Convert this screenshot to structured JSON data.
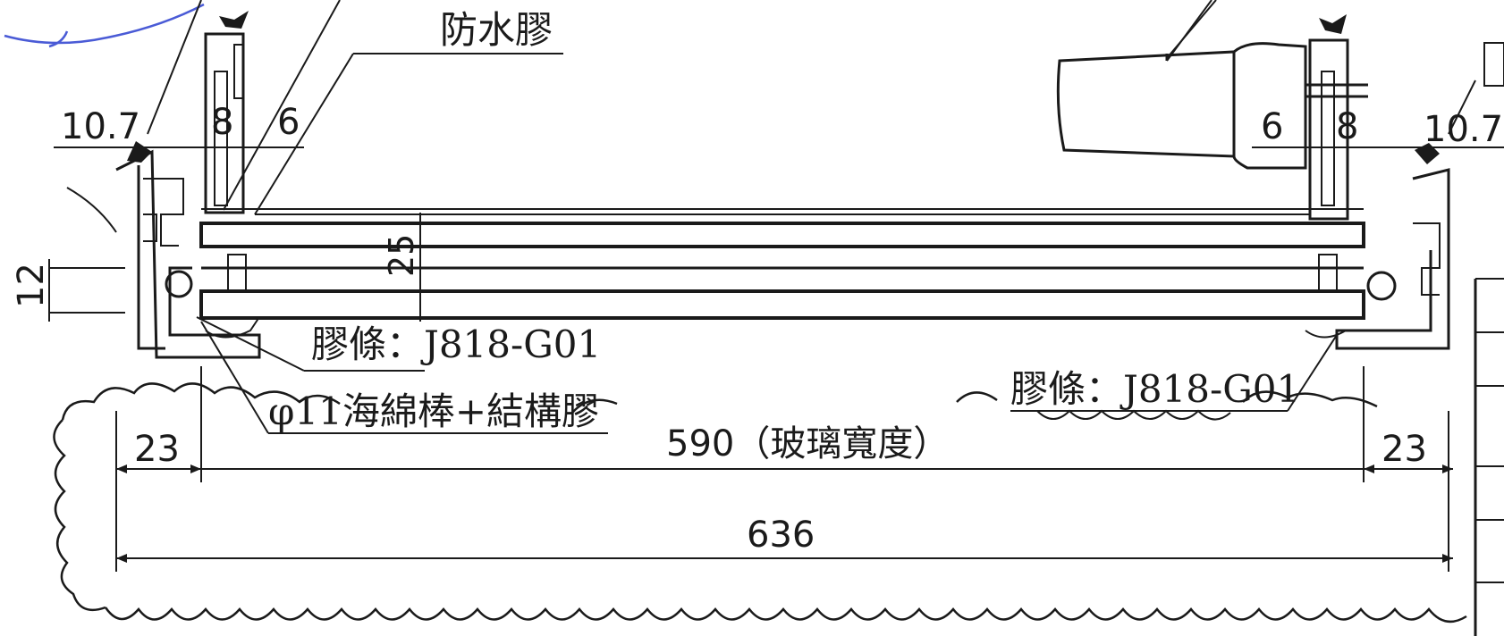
{
  "labels": {
    "waterproof_glue": "防水膠",
    "gasket_left": "膠條：J818-G01",
    "gasket_right": "膠條：J818-G01",
    "backer_rod": "φ11海綿棒+結構膠",
    "glass_width": "590（玻璃寬度）"
  },
  "dimensions": {
    "left_offset": "10.7",
    "right_offset": "10.7",
    "left_gap_8": "8",
    "left_gap_6": "6",
    "right_gap_6": "6",
    "right_gap_8": "8",
    "glass_thickness": "25",
    "height_12": "12",
    "left_edge": "23",
    "right_edge": "23",
    "total_width": "636"
  },
  "colors": {
    "ink": "#1a1a1a",
    "annotation_pen": "#4a5bd6",
    "paper": "#ffffff"
  }
}
